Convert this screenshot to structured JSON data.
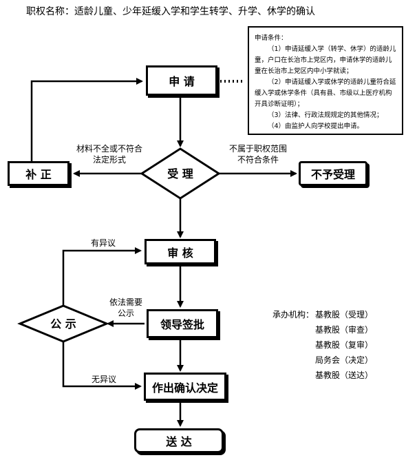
{
  "title": "职权名称：适龄儿童、少年延缓入学和学生转学、升学、休学的确认",
  "nodes": {
    "apply": "申 请",
    "accept": "受 理",
    "correct": "补 正",
    "reject": "不予受理",
    "review": "审 核",
    "leader_sign": "领导签批",
    "publicize": "公 示",
    "decision": "作出确认决定",
    "deliver": "送 达"
  },
  "conditions": {
    "heading": "申请条件：",
    "items": [
      "（1）申请延缓入学（转学、休学）的适龄儿童，户口在长治市上党区内，申请休学的适龄儿童在长治市上党区内中小学就读；",
      "（2）申请延缓入学或休学的适龄儿童符合延缓入学或休学条件（具有县、市级以上医疗机构开具诊断证明）；",
      "（3）法律、行政法规规定的其他情况；",
      "（4）由监护人向学校提出申请。"
    ]
  },
  "edge_labels": {
    "incomplete_l1": "材料不全或不符合",
    "incomplete_l2": "法定形式",
    "out_of_scope_l1": "不属于职权范围",
    "out_of_scope_l2": "不符合条件",
    "objection": "有异议",
    "publicize_need_l1": "依法需要",
    "publicize_need_l2": "公示",
    "no_objection": "无异议"
  },
  "agency": {
    "label": "承办机构：",
    "items": [
      "基教股（受理）",
      "基教股（审查）",
      "基教股（复审）",
      "局务会（决定）",
      "基教股（送达）"
    ]
  }
}
